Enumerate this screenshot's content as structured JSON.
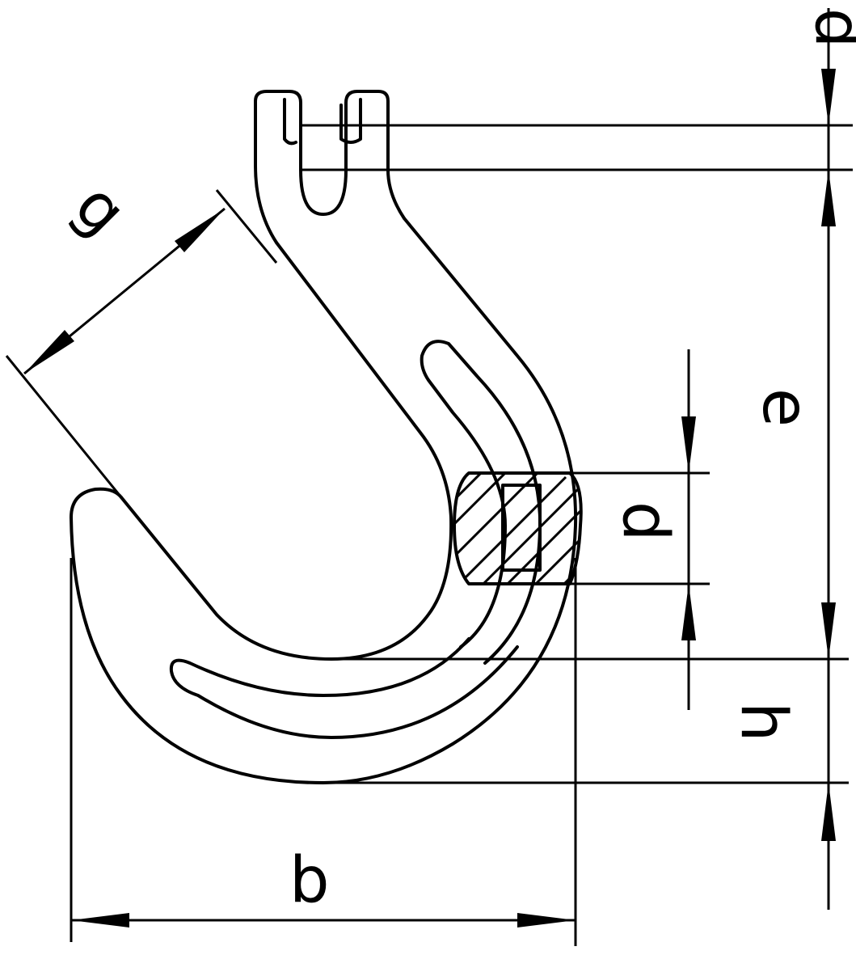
{
  "drawing": {
    "subject": "hook",
    "colors": {
      "line": "#000000",
      "background": "#ffffff"
    },
    "dimension_labels": {
      "top_gap": "d",
      "height_to_throat": "e",
      "section": "d",
      "bottom": "h",
      "width": "b",
      "opening": "g"
    }
  }
}
